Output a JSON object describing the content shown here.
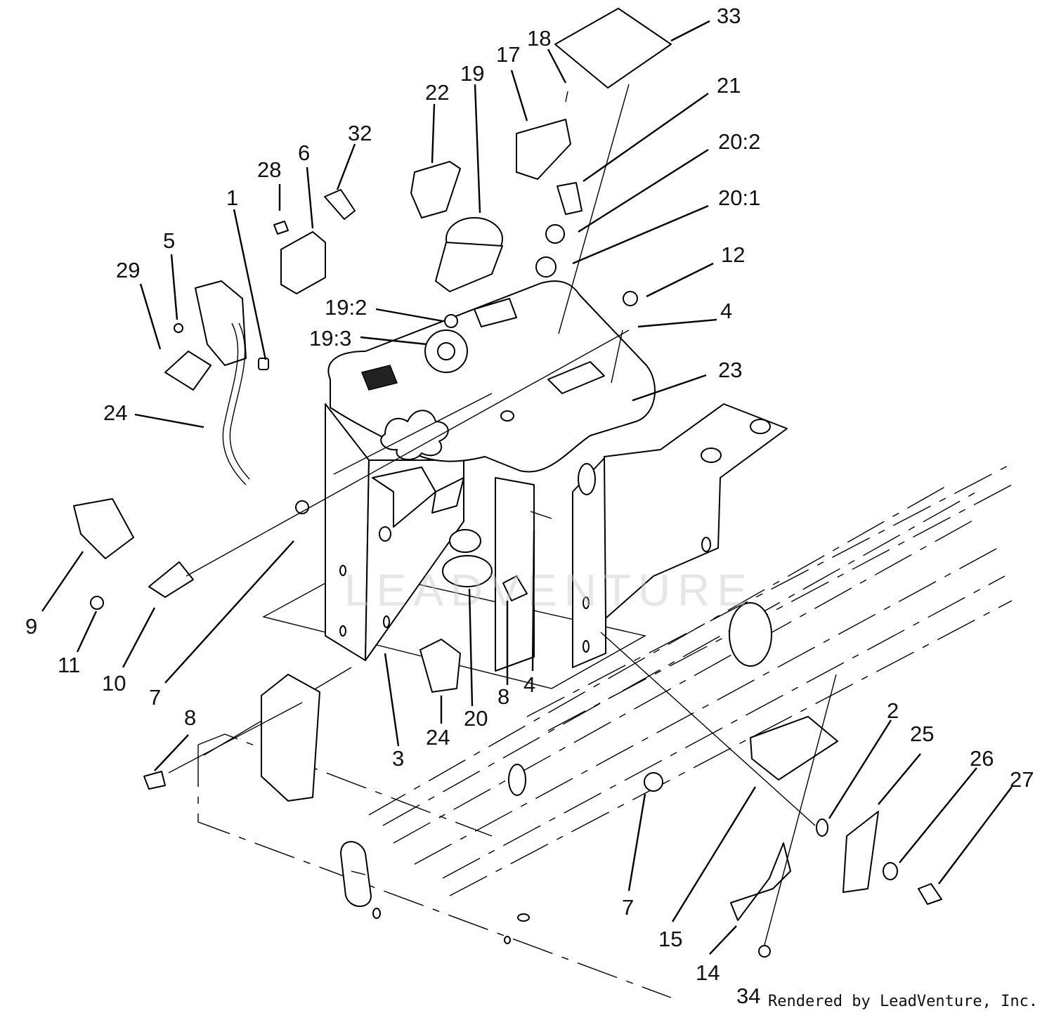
{
  "watermark": "LEADVENTURE",
  "credit": "Rendered by LeadVenture, Inc.",
  "callouts": {
    "p33": "33",
    "p18": "18",
    "p17": "17",
    "p19": "19",
    "p22": "22",
    "p32": "32",
    "p21": "21",
    "p20_2": "20:2",
    "p20_1": "20:1",
    "p28": "28",
    "p6": "6",
    "p1": "1",
    "p5": "5",
    "p29": "29",
    "p12": "12",
    "p4a": "4",
    "p19_2": "19:2",
    "p19_3": "19:3",
    "p23": "23",
    "p24a": "24",
    "p9": "9",
    "p11": "11",
    "p10": "10",
    "p7a": "7",
    "p8a": "8",
    "p4b": "4",
    "p24b": "24",
    "p20": "20",
    "p3": "3",
    "p8b": "8",
    "p2": "2",
    "p25": "25",
    "p26": "26",
    "p27": "27",
    "p7b": "7",
    "p15": "15",
    "p14": "14",
    "p34": "34"
  }
}
